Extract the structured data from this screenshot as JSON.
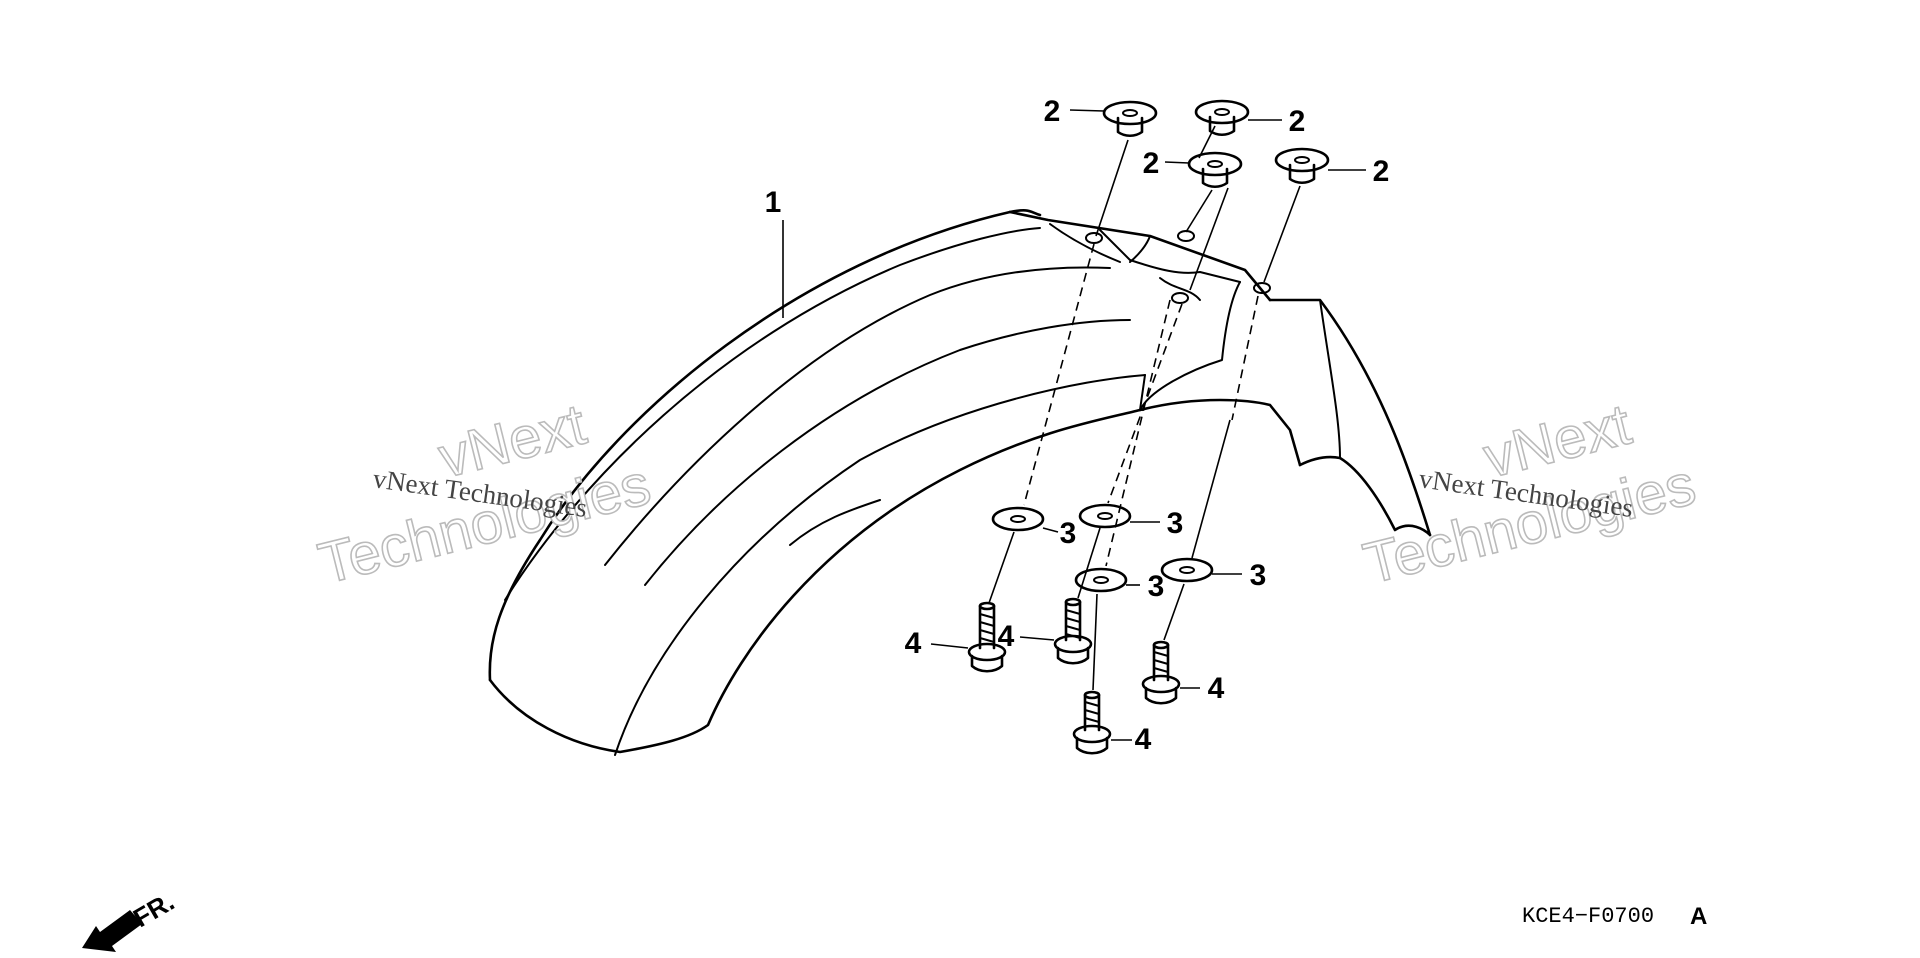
{
  "diagram": {
    "callouts": {
      "fender": "1",
      "cap_nut": "2",
      "washer": "3",
      "bolt": "4"
    },
    "watermark": {
      "line_small": "vNext Technologies",
      "line_big_1": "vNext",
      "line_big_2": "Technologies"
    },
    "direction_label": "FR.",
    "part_code": "KCE4−F0700",
    "part_code_suffix": "A"
  }
}
